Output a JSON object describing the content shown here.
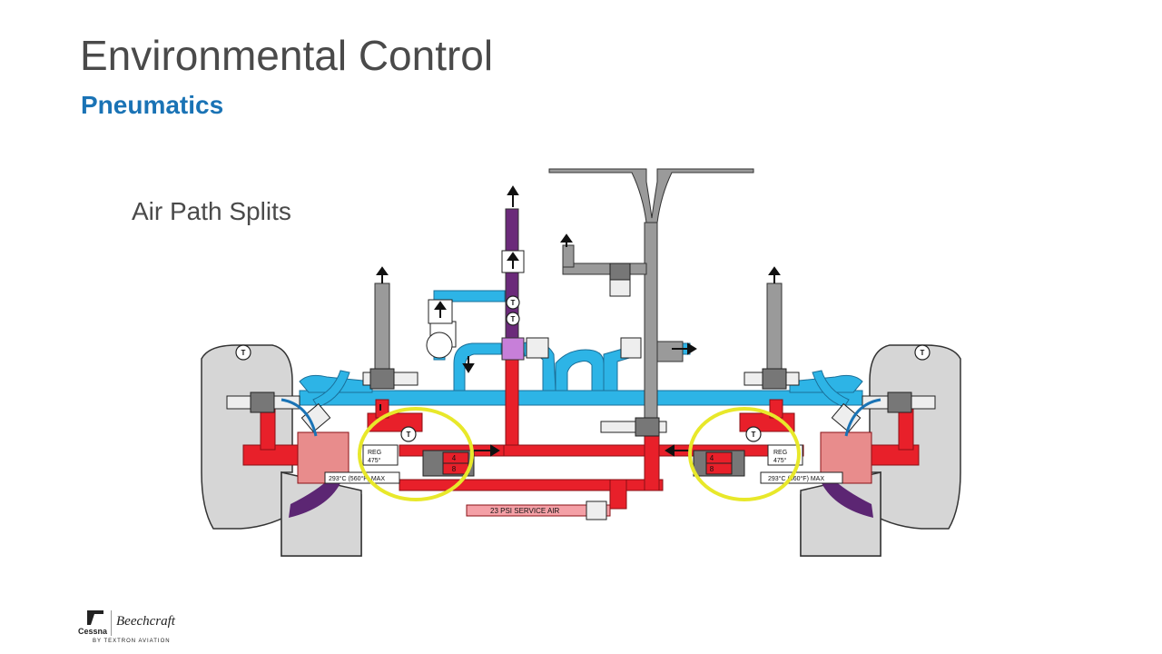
{
  "slide": {
    "title": "Environmental Control",
    "subtitle": "Pneumatics",
    "caption": "Air Path Splits"
  },
  "diagram": {
    "labels": {
      "reg_left_line1": "REG",
      "reg_left_line2": "475°",
      "reg_right_line1": "REG",
      "reg_right_line2": "475°",
      "max_temp_left": "293°C (560°F) MAX",
      "max_temp_right": "293°C (560°F) MAX",
      "service_air": "23 PSI SERVICE AIR",
      "valve_left_top": "4",
      "valve_left_bottom": "8",
      "valve_right_top": "4",
      "valve_right_bottom": "8",
      "temp_sensor": "T"
    },
    "colors": {
      "hot_air": "#e8202a",
      "cool_air": "#2db4e6",
      "bleed_gray": "#9a9a9a",
      "purple_duct": "#6b2a7a",
      "highlight": "#e8e82a",
      "heat_exchanger": "#e88c8c",
      "engine_fill": "#d6d6d6"
    }
  },
  "branding": {
    "cessna": "Cessna",
    "beechcraft": "Beechcraft",
    "textron": "BY TEXTRON AVIATION"
  }
}
